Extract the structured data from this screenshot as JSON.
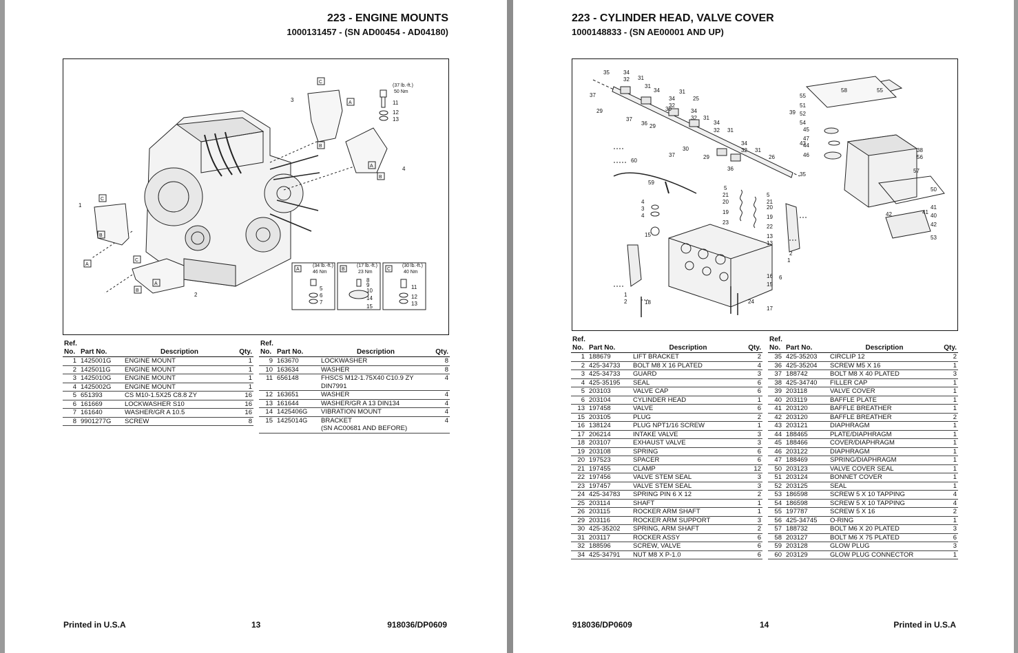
{
  "left": {
    "title": "223 - ENGINE MOUNTS",
    "subtitle": "1000131457 - (SN AD00454 - AD04180)",
    "headers": {
      "ref_no": "Ref.",
      "no": "No.",
      "part_no": "Part No.",
      "description": "Description",
      "qty": "Qty."
    },
    "table1": [
      {
        "ref": "1",
        "part": "1425001G",
        "desc": "ENGINE MOUNT",
        "qty": "1"
      },
      {
        "ref": "2",
        "part": "1425011G",
        "desc": "ENGINE MOUNT",
        "qty": "1"
      },
      {
        "ref": "3",
        "part": "1425010G",
        "desc": "ENGINE MOUNT",
        "qty": "1"
      },
      {
        "ref": "4",
        "part": "1425002G",
        "desc": "ENGINE MOUNT",
        "qty": "1"
      },
      {
        "ref": "5",
        "part": "651393",
        "desc": "CS M10-1.5X25 C8.8 ZY",
        "qty": "16"
      },
      {
        "ref": "6",
        "part": "161669",
        "desc": "LOCKWASHER S10",
        "qty": "16"
      },
      {
        "ref": "7",
        "part": "161640",
        "desc": "WASHER/GR A 10.5",
        "qty": "16"
      },
      {
        "ref": "8",
        "part": "9901277G",
        "desc": "SCREW",
        "qty": "8"
      }
    ],
    "table2": [
      {
        "ref": "9",
        "part": "163670",
        "desc": "LOCKWASHER",
        "qty": "8"
      },
      {
        "ref": "10",
        "part": "163634",
        "desc": "WASHER",
        "qty": "8"
      },
      {
        "ref": "11",
        "part": "656148",
        "desc": "FHSCS M12-1.75X40 C10.9 ZY",
        "desc2": "DIN7991",
        "qty": "4"
      },
      {
        "ref": "12",
        "part": "163651",
        "desc": "WASHER",
        "qty": "4"
      },
      {
        "ref": "13",
        "part": "161644",
        "desc": "WASHER/GR A 13 DIN134",
        "qty": "4"
      },
      {
        "ref": "14",
        "part": "1425406G",
        "desc": "VIBRATION MOUNT",
        "qty": "4"
      },
      {
        "ref": "15",
        "part": "1425014G",
        "desc": "BRACKET",
        "desc2": "(SN AC00681 AND BEFORE)",
        "qty": "4"
      }
    ],
    "diagram_labels": {
      "torque_top_lb": "(37 lb.-ft.)",
      "torque_top_nm": "50 Nm",
      "torque_a_lb": "(34 lb.-ft.)",
      "torque_a_nm": "46 Nm",
      "torque_b_lb": "(17 lb.-ft.)",
      "torque_b_nm": "23 Nm",
      "torque_c_lb": "(30 lb.-ft.)",
      "torque_c_nm": "40 Nm"
    },
    "footer": {
      "left": "Printed in U.S.A",
      "center": "13",
      "right": "918036/DP0609"
    }
  },
  "right": {
    "title": "223 - CYLINDER HEAD, VALVE COVER",
    "subtitle": "1000148833 - (SN AE00001 AND UP)",
    "headers": {
      "ref_no": "Ref.",
      "no": "No.",
      "part_no": "Part No.",
      "description": "Description",
      "qty": "Qty."
    },
    "table1": [
      {
        "ref": "1",
        "part": "188679",
        "desc": "LIFT BRACKET",
        "qty": "2"
      },
      {
        "ref": "2",
        "part": "425-34733",
        "desc": "BOLT M8 X 16 PLATED",
        "qty": "4"
      },
      {
        "ref": "3",
        "part": "425-34733",
        "desc": "GUARD",
        "qty": "3"
      },
      {
        "ref": "4",
        "part": "425-35195",
        "desc": "SEAL",
        "qty": "6"
      },
      {
        "ref": "5",
        "part": "203103",
        "desc": "VALVE CAP",
        "qty": "6"
      },
      {
        "ref": "6",
        "part": "203104",
        "desc": "CYLINDER HEAD",
        "qty": "1"
      },
      {
        "ref": "13",
        "part": "197458",
        "desc": "VALVE",
        "qty": "6"
      },
      {
        "ref": "15",
        "part": "203105",
        "desc": "PLUG",
        "qty": "2"
      },
      {
        "ref": "16",
        "part": "138124",
        "desc": "PLUG NPT1/16 SCREW",
        "qty": "1"
      },
      {
        "ref": "17",
        "part": "206214",
        "desc": "INTAKE VALVE",
        "qty": "3"
      },
      {
        "ref": "18",
        "part": "203107",
        "desc": "EXHAUST VALVE",
        "qty": "3"
      },
      {
        "ref": "19",
        "part": "203108",
        "desc": "SPRING",
        "qty": "6"
      },
      {
        "ref": "20",
        "part": "197523",
        "desc": "SPACER",
        "qty": "6"
      },
      {
        "ref": "21",
        "part": "197455",
        "desc": "CLAMP",
        "qty": "12"
      },
      {
        "ref": "22",
        "part": "197456",
        "desc": "VALVE STEM SEAL",
        "qty": "3"
      },
      {
        "ref": "23",
        "part": "197457",
        "desc": "VALVE STEM SEAL",
        "qty": "3"
      },
      {
        "ref": "24",
        "part": "425-34783",
        "desc": "SPRING PIN 6 X 12",
        "qty": "2"
      },
      {
        "ref": "25",
        "part": "203114",
        "desc": "SHAFT",
        "qty": "1"
      },
      {
        "ref": "26",
        "part": "203115",
        "desc": "ROCKER ARM SHAFT",
        "qty": "1"
      },
      {
        "ref": "29",
        "part": "203116",
        "desc": "ROCKER ARM SUPPORT",
        "qty": "3"
      },
      {
        "ref": "30",
        "part": "425-35202",
        "desc": "SPRING, ARM SHAFT",
        "qty": "2"
      },
      {
        "ref": "31",
        "part": "203117",
        "desc": "ROCKER ASSY",
        "qty": "6"
      },
      {
        "ref": "32",
        "part": "188596",
        "desc": "SCREW, VALVE",
        "qty": "6"
      },
      {
        "ref": "34",
        "part": "425-34791",
        "desc": "NUT M8 X P-1.0",
        "qty": "6"
      }
    ],
    "table2": [
      {
        "ref": "35",
        "part": "425-35203",
        "desc": "CIRCLIP 12",
        "qty": "2"
      },
      {
        "ref": "36",
        "part": "425-35204",
        "desc": "SCREW M5 X 16",
        "qty": "1"
      },
      {
        "ref": "37",
        "part": "188742",
        "desc": "BOLT M8 X 40 PLATED",
        "qty": "3"
      },
      {
        "ref": "38",
        "part": "425-34740",
        "desc": "FILLER CAP",
        "qty": "1"
      },
      {
        "ref": "39",
        "part": "203118",
        "desc": "VALVE COVER",
        "qty": "1"
      },
      {
        "ref": "40",
        "part": "203119",
        "desc": "BAFFLE PLATE",
        "qty": "1"
      },
      {
        "ref": "41",
        "part": "203120",
        "desc": "BAFFLE BREATHER",
        "qty": "1"
      },
      {
        "ref": "42",
        "part": "203120",
        "desc": "BAFFLE BREATHER",
        "qty": "2"
      },
      {
        "ref": "43",
        "part": "203121",
        "desc": "DIAPHRAGM",
        "qty": "1"
      },
      {
        "ref": "44",
        "part": "188465",
        "desc": "PLATE/DIAPHRAGM",
        "qty": "1"
      },
      {
        "ref": "45",
        "part": "188466",
        "desc": "COVER/DIAPHRAGM",
        "qty": "1"
      },
      {
        "ref": "46",
        "part": "203122",
        "desc": "DIAPHRAGM",
        "qty": "1"
      },
      {
        "ref": "47",
        "part": "188469",
        "desc": "SPRING/DIAPHRAGM",
        "qty": "1"
      },
      {
        "ref": "50",
        "part": "203123",
        "desc": "VALVE COVER SEAL",
        "qty": "1"
      },
      {
        "ref": "51",
        "part": "203124",
        "desc": "BONNET COVER",
        "qty": "1"
      },
      {
        "ref": "52",
        "part": "203125",
        "desc": "SEAL",
        "qty": "1"
      },
      {
        "ref": "53",
        "part": "186598",
        "desc": "SCREW 5 X 10 TAPPING",
        "qty": "4"
      },
      {
        "ref": "54",
        "part": "186598",
        "desc": "SCREW 5 X 10 TAPPING",
        "qty": "4"
      },
      {
        "ref": "55",
        "part": "197787",
        "desc": "SCREW 5 X 16",
        "qty": "2"
      },
      {
        "ref": "56",
        "part": "425-34745",
        "desc": "O-RING",
        "qty": "1"
      },
      {
        "ref": "57",
        "part": "188732",
        "desc": "BOLT M6 X 20 PLATED",
        "qty": "3"
      },
      {
        "ref": "58",
        "part": "203127",
        "desc": "BOLT M6 X 75 PLATED",
        "qty": "6"
      },
      {
        "ref": "59",
        "part": "203128",
        "desc": "GLOW PLUG",
        "qty": "3"
      },
      {
        "ref": "60",
        "part": "203129",
        "desc": "GLOW PLUG CONNECTOR",
        "qty": "1"
      }
    ],
    "footer": {
      "left": "918036/DP0609",
      "center": "14",
      "right": "Printed in U.S.A"
    }
  }
}
